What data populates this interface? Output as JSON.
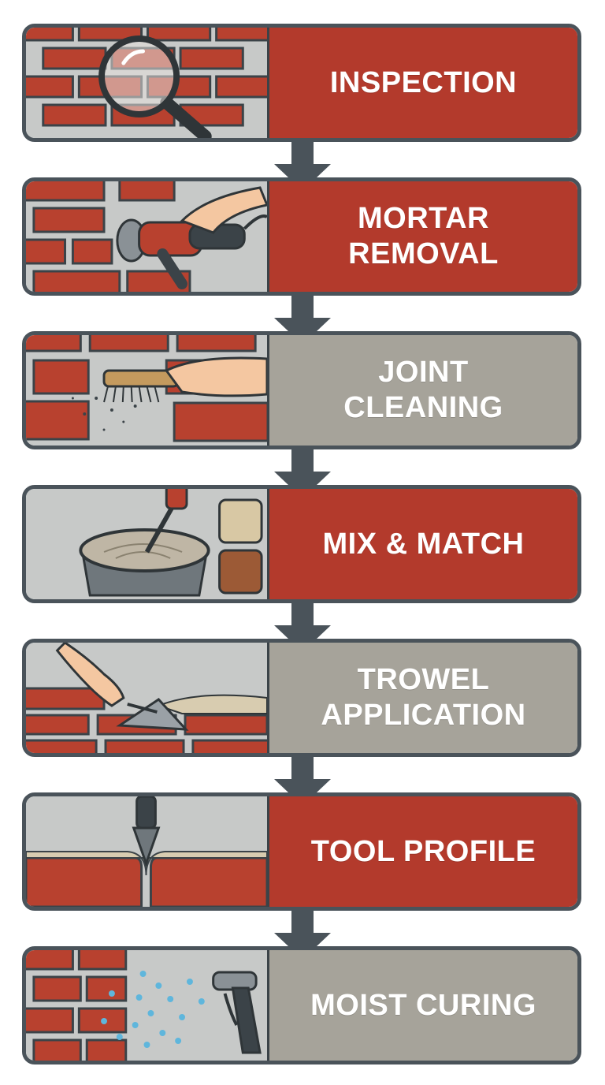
{
  "colors": {
    "red": "#b33a2c",
    "gray": "#a6a39a",
    "outline": "#4a535a",
    "brick": "#b8412f",
    "mortar": "#c7c9c8",
    "water": "#5fb6dc"
  },
  "steps": [
    {
      "label": "INSPECTION",
      "panel": "red",
      "icon": "magnifying-glass-icon"
    },
    {
      "label": "MORTAR\nREMOVAL",
      "panel": "red",
      "icon": "angle-grinder-icon"
    },
    {
      "label": "JOINT\nCLEANING",
      "panel": "gray",
      "icon": "wire-brush-icon"
    },
    {
      "label": "MIX & MATCH",
      "panel": "red",
      "icon": "mixing-bucket-icon"
    },
    {
      "label": "TROWEL\nAPPLICATION",
      "panel": "gray",
      "icon": "trowel-icon"
    },
    {
      "label": "TOOL PROFILE",
      "panel": "red",
      "icon": "jointer-tool-icon"
    },
    {
      "label": "MOIST CURING",
      "panel": "gray",
      "icon": "spray-nozzle-icon"
    }
  ]
}
